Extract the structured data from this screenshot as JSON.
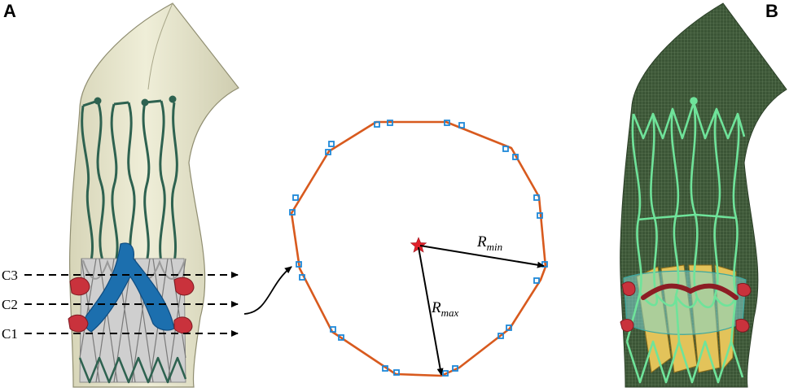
{
  "panels": {
    "left_label": "A",
    "right_label": "B"
  },
  "cut_planes": {
    "c3": "C3",
    "c2": "C2",
    "c1": "C1"
  },
  "cross_section": {
    "r_min_symbol": "R",
    "r_min_subscript": "min",
    "r_max_symbol": "R",
    "r_max_subscript": "max"
  },
  "colors": {
    "vessel_wall": "#e6e4ca",
    "stent_frame": "#2e6250",
    "leaflets": "#c9c9c9",
    "native_leaflet": "#1c6fae",
    "calcium": "#c9323c",
    "contour": "#d85a1e",
    "contour_nodes": "#1e88d8",
    "center_marker": "#e0202a",
    "mesh_wall": "#3f5a3a",
    "stent_highlight": "#6fe39a",
    "valve_yellow": "#e3c35a",
    "skirt_cyan": "#7fd7d0"
  }
}
